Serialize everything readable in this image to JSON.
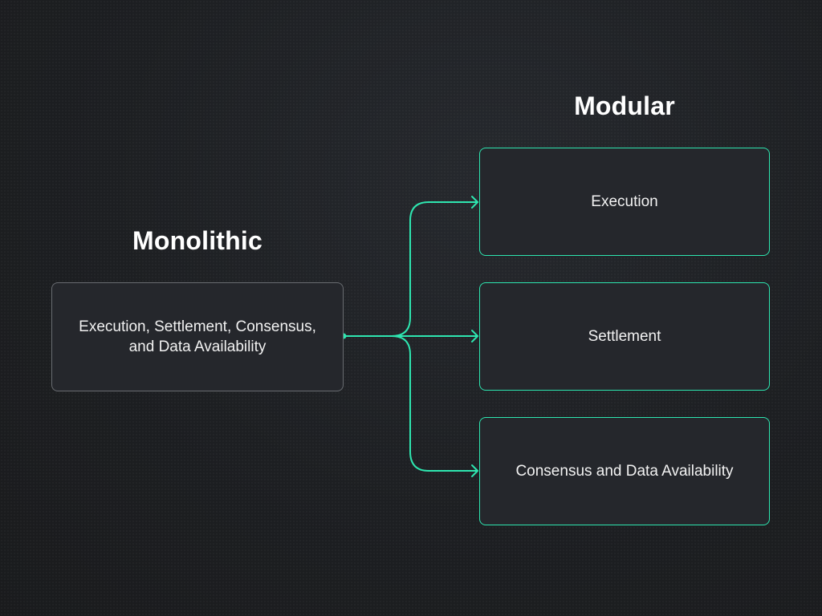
{
  "monolithic": {
    "title": "Monolithic",
    "box_line1": "Execution, Settlement, Consensus,",
    "box_line2": "and Data Availability"
  },
  "modular": {
    "title": "Modular",
    "layers": [
      {
        "label": "Execution"
      },
      {
        "label": "Settlement"
      },
      {
        "label": "Consensus and Data Availability"
      }
    ]
  },
  "colors": {
    "accent": "#2ee6b0",
    "background": "#1d1f22",
    "box_fill": "#25272c",
    "mono_border": "#6a6d72"
  }
}
